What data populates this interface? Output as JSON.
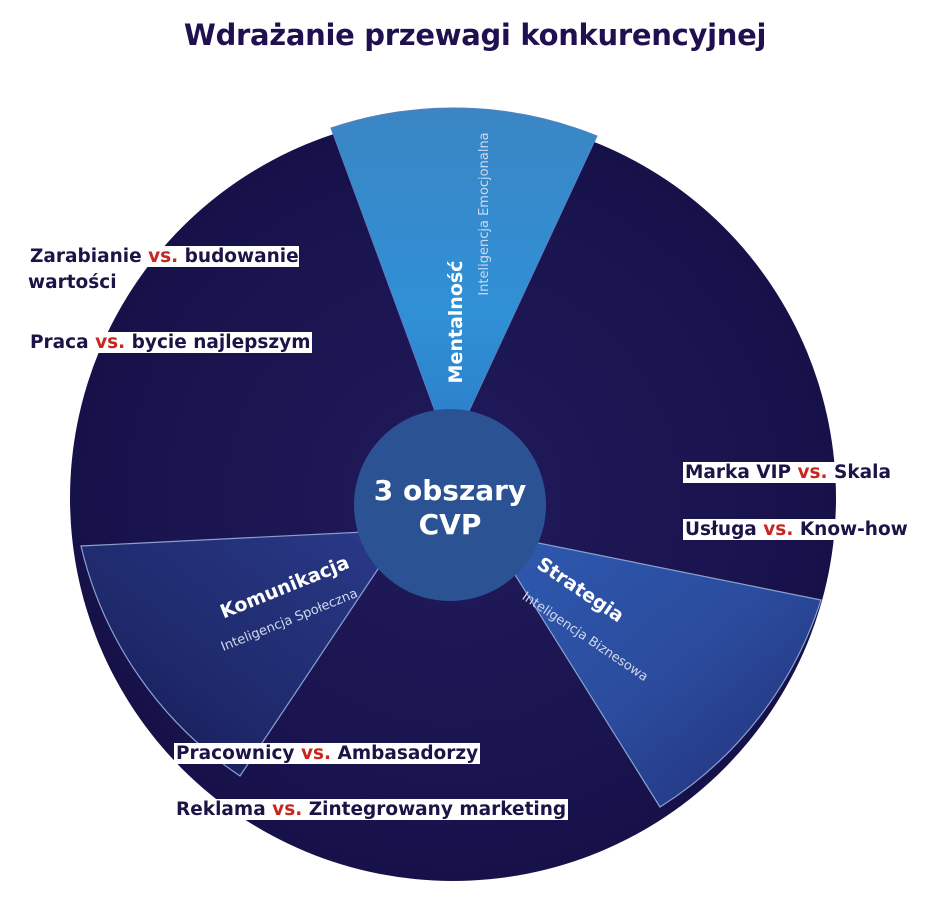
{
  "title": "Wdrażanie przewagi konkurencyjnej",
  "center": {
    "line1": "3 obszary",
    "line2": "CVP"
  },
  "segments": [
    {
      "title": "Mentalność",
      "subtitle": "Inteligencja Emocjonalna"
    },
    {
      "title": "Strategia",
      "subtitle": "Inteligencja Biznesowa"
    },
    {
      "title": "Komunikacja",
      "subtitle": "Inteligencja Społeczna"
    }
  ],
  "vs_word": "vs.",
  "tensions": {
    "mentalnosc": [
      {
        "left": "Zarabianie",
        "right": "budowanie wartości"
      },
      {
        "left": "Praca",
        "right": "bycie najlepszym"
      }
    ],
    "strategia": [
      {
        "left": "Marka VIP",
        "right": "Skala"
      },
      {
        "left": "Usługa",
        "right": "Know-how"
      }
    ],
    "komunikacja": [
      {
        "left": "Pracownicy",
        "right": "Ambasadorzy"
      },
      {
        "left": "Reklama",
        "right": "Zintegrowany marketing"
      }
    ]
  },
  "colors": {
    "title": "#1f1050",
    "circle": "#1b1450",
    "center": "#2b5394",
    "vs": "#c8261f",
    "wedge_light": "#2f86c9",
    "wedge_strategy": "#2f4fa0",
    "wedge_comm": "#1f2e72"
  }
}
